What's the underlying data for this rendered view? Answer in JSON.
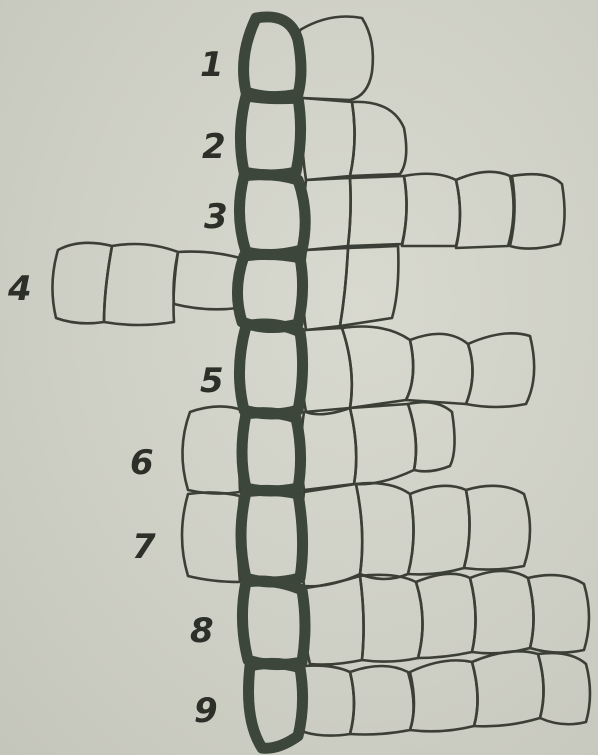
{
  "diagram": {
    "labels": [
      "1",
      "2",
      "3",
      "4",
      "5",
      "6",
      "7",
      "8",
      "9"
    ]
  },
  "colors": {
    "background": "#cfd0c6",
    "line": "#3b3f36",
    "axial_wall": "#3c463b"
  }
}
